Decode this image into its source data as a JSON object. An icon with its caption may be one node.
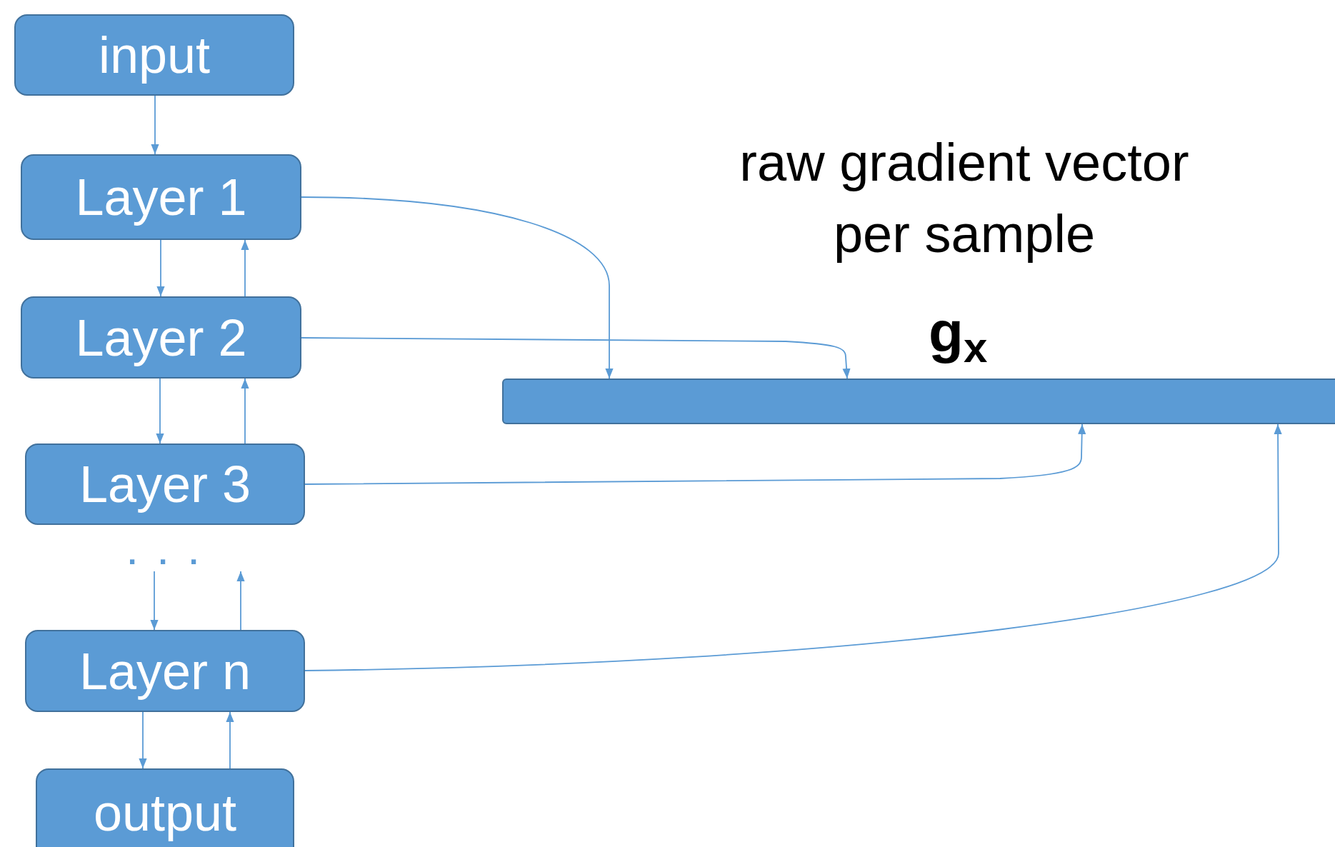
{
  "diagram": {
    "title": "raw gradient vector per sample",
    "nodes": [
      {
        "text": [
          "input"
        ]
      },
      {
        "text": [
          "Layer 1"
        ]
      },
      {
        "text": [
          "Layer 2"
        ]
      },
      {
        "text": [
          "Layer 3"
        ]
      },
      {
        "text": [
          "..."
        ]
      },
      {
        "text": [
          "Layer n"
        ]
      },
      {
        "text": [
          "output"
        ]
      },
      {
        "text": [
          "g$_{x}$"
        ]
      }
    ],
    "edges": [
      {
        "from": 0,
        "to": 1,
        "arrow": "to"
      },
      {
        "from": 1,
        "to": 2,
        "arrow": "to"
      },
      {
        "from": 2,
        "to": 1,
        "arrow": "to"
      },
      {
        "from": 2,
        "to": 3,
        "arrow": "to"
      },
      {
        "from": 3,
        "to": 2,
        "arrow": "to"
      },
      {
        "from": 4,
        "to": 5,
        "arrow": "to"
      },
      {
        "from": 5,
        "to": 4,
        "arrow": "to"
      },
      {
        "from": 5,
        "to": 6,
        "arrow": "to"
      },
      {
        "from": 6,
        "to": 5,
        "arrow": "to"
      },
      {
        "from": 1,
        "to": 7,
        "arrow": "to"
      },
      {
        "from": 2,
        "to": 7,
        "arrow": "to"
      },
      {
        "from": 3,
        "to": 7,
        "arrow": "to"
      },
      {
        "from": 5,
        "to": 7,
        "arrow": "to"
      }
    ]
  }
}
